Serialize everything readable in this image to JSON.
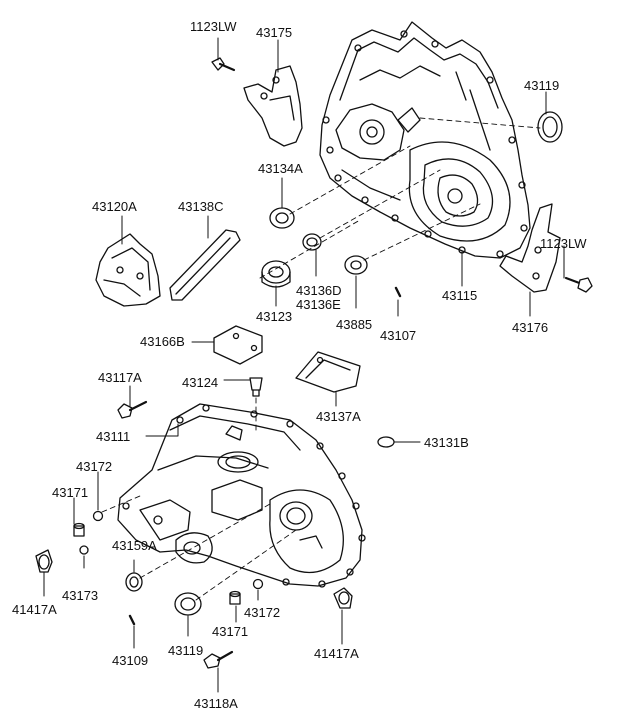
{
  "diagram": {
    "labels": {
      "p1123LW_top": "1123LW",
      "p43175": "43175",
      "p43119_top": "43119",
      "p43134A": "43134A",
      "p43120A": "43120A",
      "p43138C": "43138C",
      "p1123LW_right": "1123LW",
      "p43136D": "43136D",
      "p43136E": "43136E",
      "p43123": "43123",
      "p43885": "43885",
      "p43107": "43107",
      "p43115": "43115",
      "p43176": "43176",
      "p43166B": "43166B",
      "p43117A": "43117A",
      "p43124": "43124",
      "p43137A": "43137A",
      "p43111": "43111",
      "p43131B": "43131B",
      "p43172_upper": "43172",
      "p43171_upper": "43171",
      "p43159A": "43159A",
      "p41417A_left": "41417A",
      "p43173": "43173",
      "p43172_lower": "43172",
      "p43171_lower": "43171",
      "p41417A_right": "41417A",
      "p43109": "43109",
      "p43119_bottom": "43119",
      "p43118A": "43118A"
    }
  }
}
